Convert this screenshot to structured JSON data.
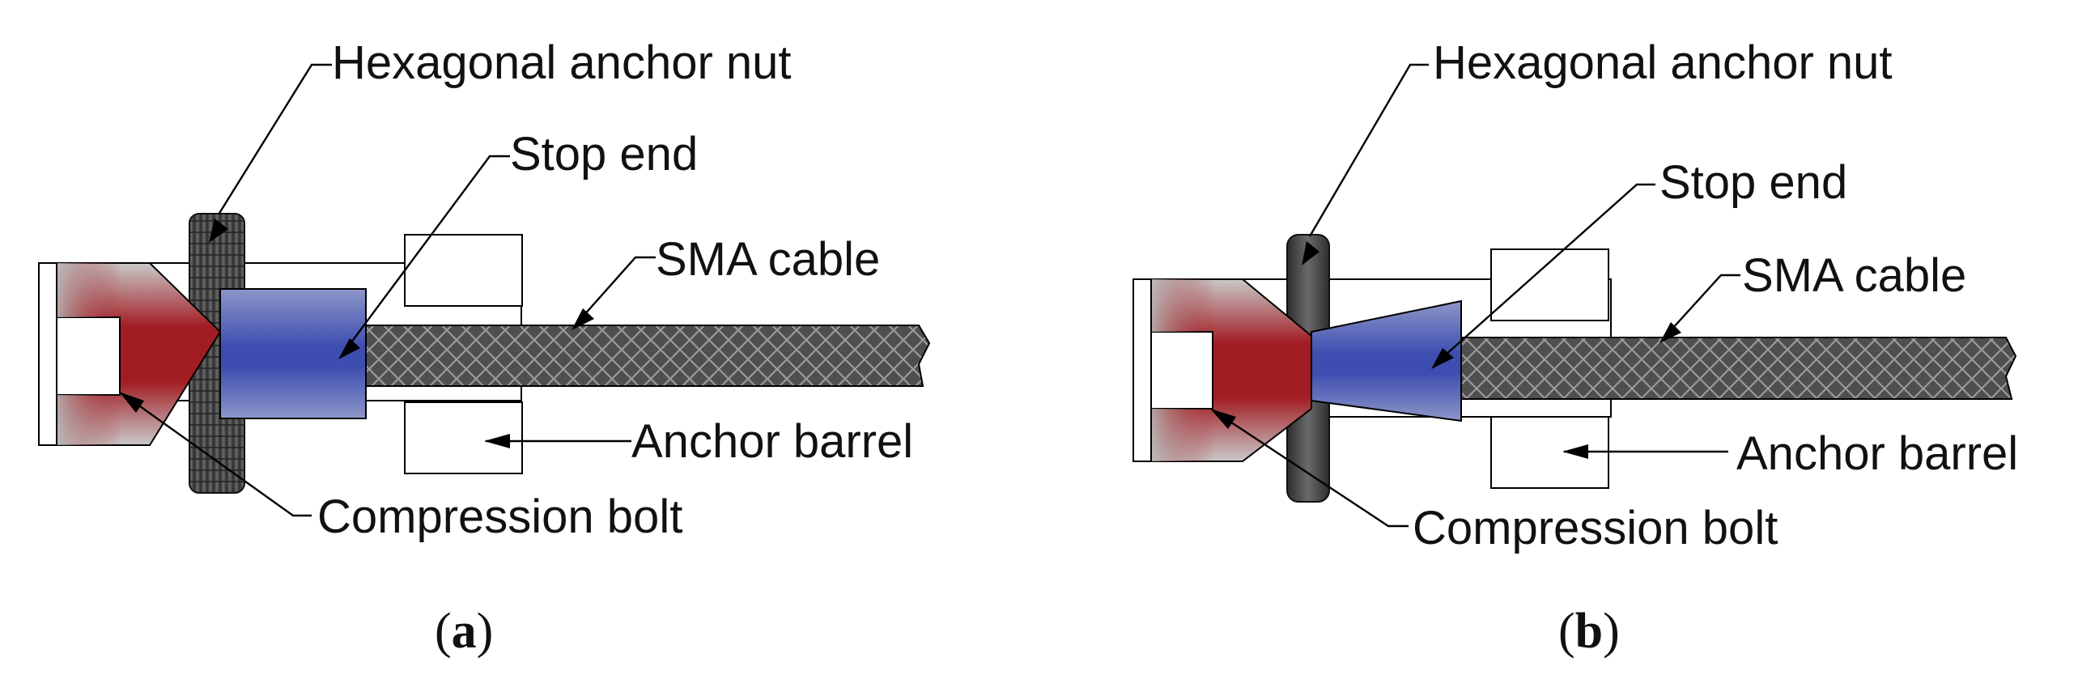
{
  "panels": [
    {
      "id": "a",
      "caption_open": "(",
      "caption_letter": "a",
      "caption_close": ")",
      "labels": {
        "nut": "Hexagonal anchor nut",
        "stop": "Stop end",
        "cable": "SMA cable",
        "barrel": "Anchor barrel",
        "bolt": "Compression bolt"
      }
    },
    {
      "id": "b",
      "caption_open": "(",
      "caption_letter": "b",
      "caption_close": ")",
      "labels": {
        "nut": "Hexagonal anchor nut",
        "stop": "Stop end",
        "cable": "SMA cable",
        "barrel": "Anchor barrel",
        "bolt": "Compression bolt"
      }
    }
  ],
  "colors": {
    "bolt_red": "#a11d23",
    "stop_blue": "#3d4db0",
    "cable_gray": "#555555",
    "nut_dark": "#3e3e3e",
    "outline": "#000000"
  }
}
